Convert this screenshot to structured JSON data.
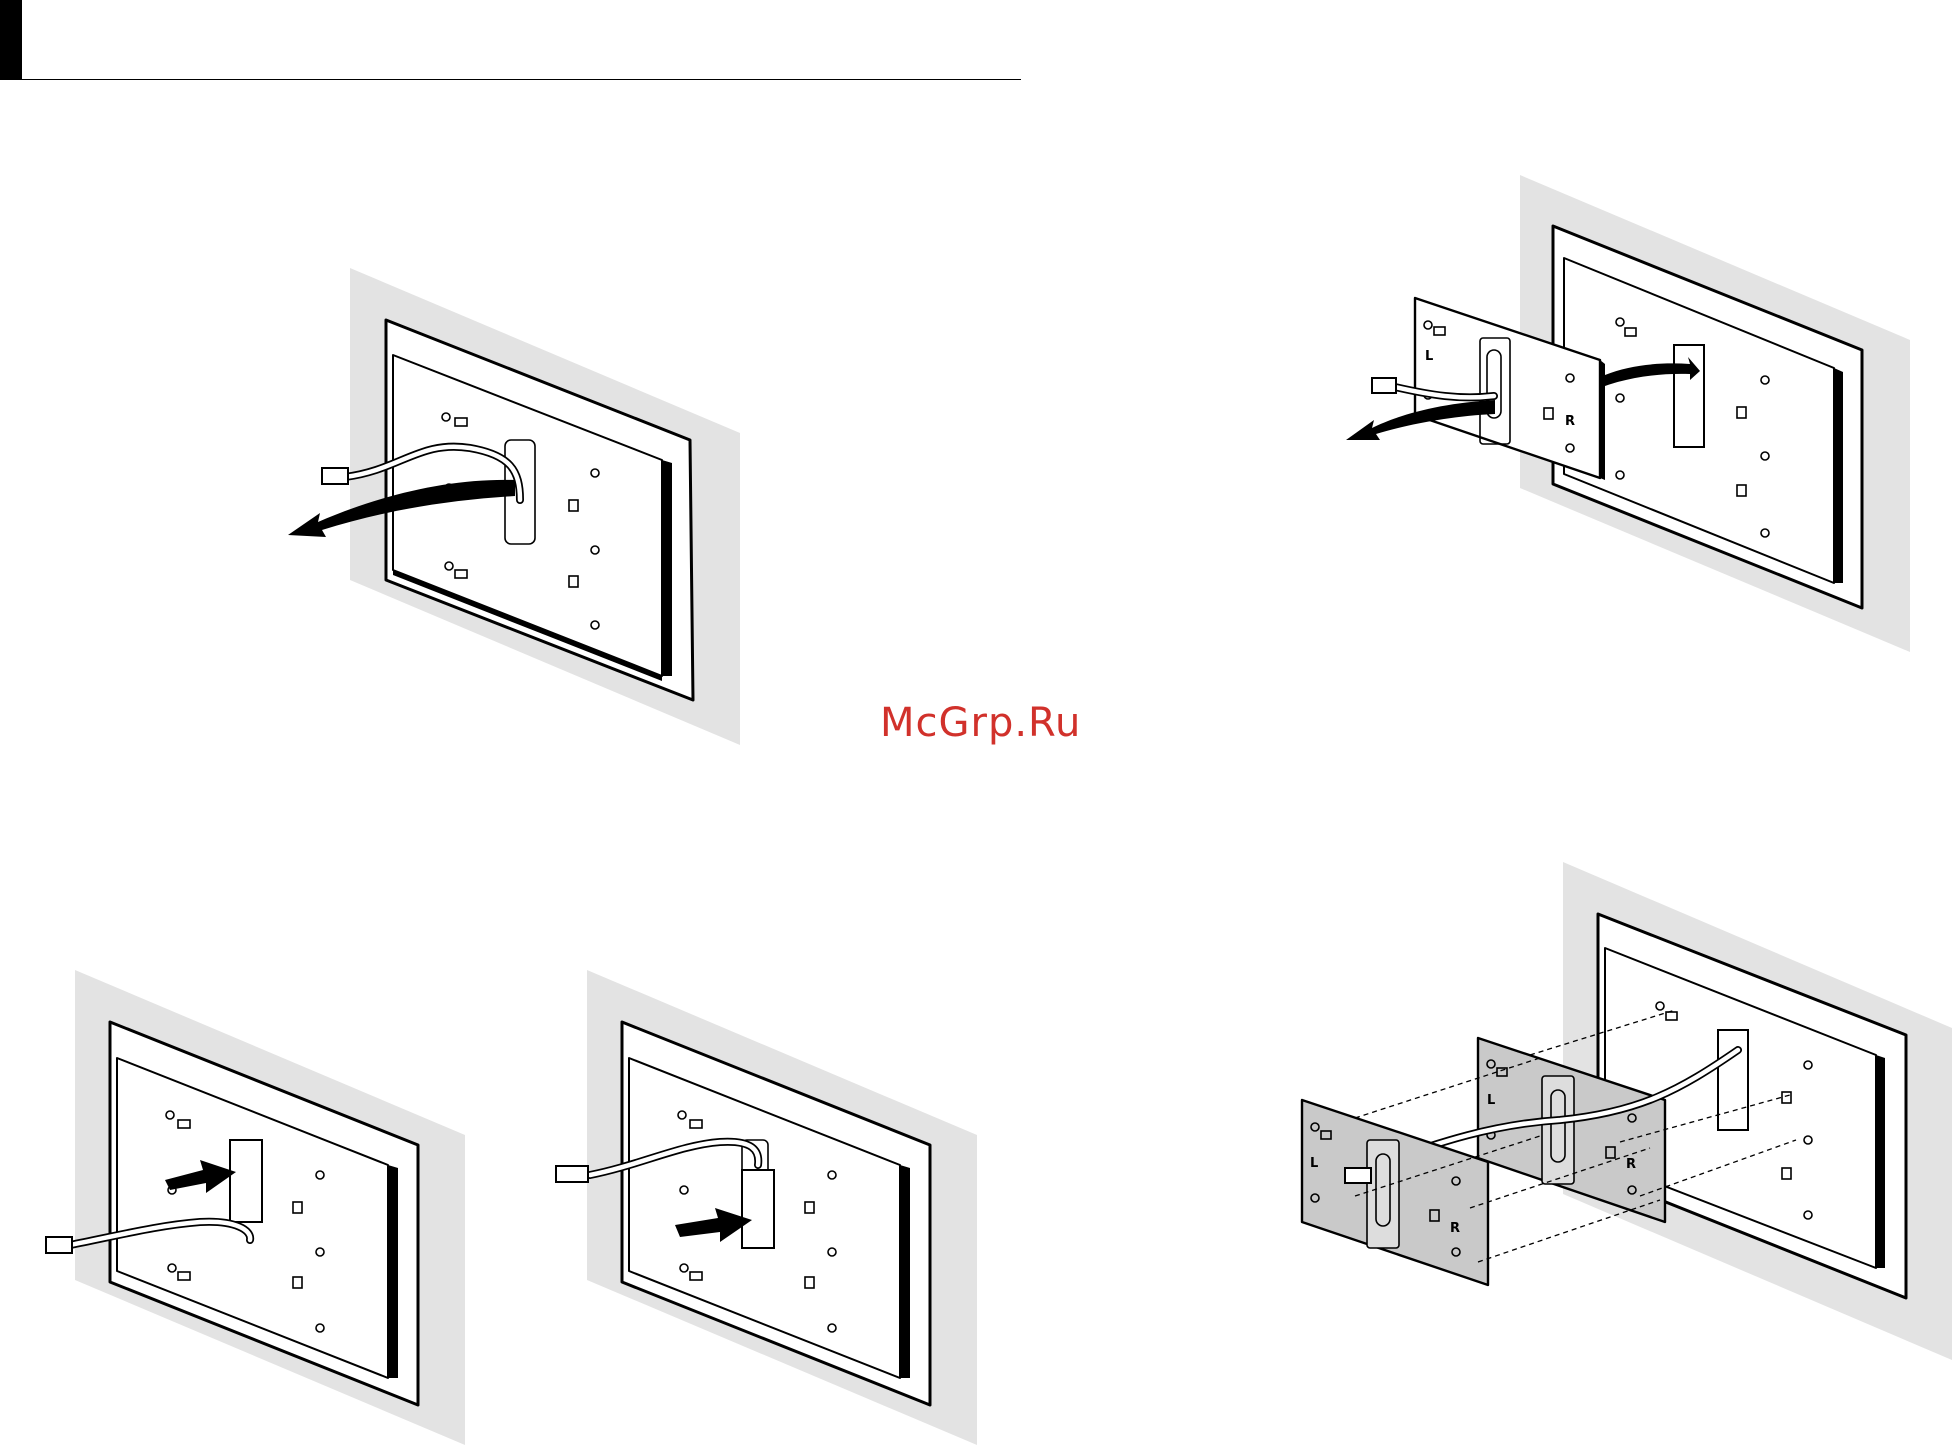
{
  "watermark": "McGrp.Ru",
  "figures": [
    {
      "id": "fig-1"
    },
    {
      "id": "fig-2",
      "plate_labels": [
        "L",
        "R"
      ]
    },
    {
      "id": "fig-3"
    },
    {
      "id": "fig-4"
    },
    {
      "id": "fig-5",
      "plate_labels": [
        "L",
        "R",
        "L",
        "R"
      ]
    }
  ]
}
